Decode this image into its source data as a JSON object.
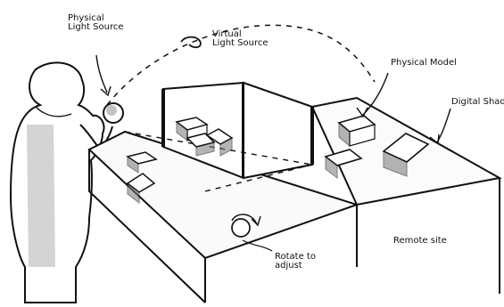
{
  "labels": {
    "physical_light_source_1": "Physical",
    "physical_light_source_2": "Light Source",
    "virtual_light_source_1": "Virtual",
    "virtual_light_source_2": "Light Source",
    "physical_model": "Physical Model",
    "digital_shadow": "Digital Shadow",
    "rotate_1": "Rotate to",
    "rotate_2": "adjust",
    "remote_site": "Remote site"
  }
}
